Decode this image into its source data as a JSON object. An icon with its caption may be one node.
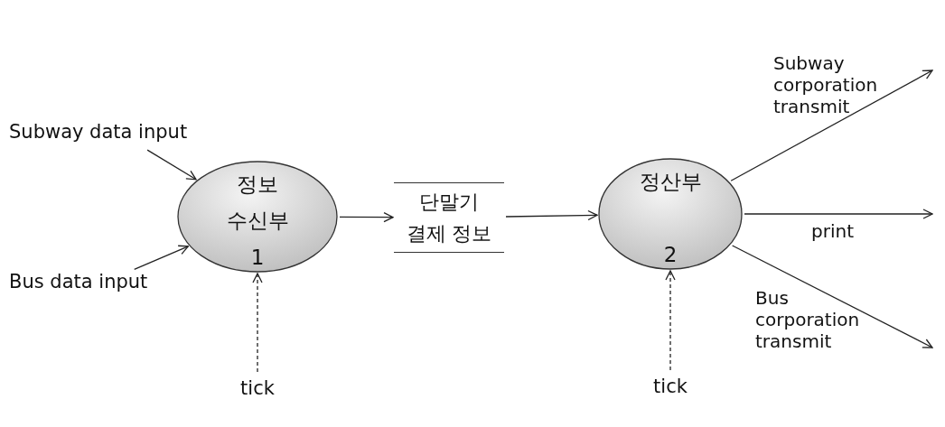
{
  "diagram": {
    "nodes": [
      {
        "text": [
          "Subway data input"
        ]
      },
      {
        "text": [
          "Bus data input"
        ]
      },
      {
        "text": [
          "정보 수신부",
          "1"
        ]
      },
      {
        "text": [
          "단말기 결제 정보"
        ]
      },
      {
        "text": [
          "정산부",
          "2"
        ]
      },
      {
        "text": [
          "tick"
        ]
      },
      {
        "text": [
          "tick"
        ]
      }
    ],
    "edges": [
      {
        "from": 0,
        "to": 2,
        "arrow": "to"
      },
      {
        "from": 1,
        "to": 2,
        "arrow": "to"
      },
      {
        "from": 5,
        "to": 2,
        "arrow": "to",
        "style": "dashed"
      },
      {
        "from": 2,
        "to": 3,
        "arrow": "to"
      },
      {
        "from": 3,
        "to": 4,
        "arrow": "to"
      },
      {
        "from": 6,
        "to": 4,
        "arrow": "to",
        "style": "dashed"
      },
      {
        "from": 4,
        "to": null,
        "arrow": "to",
        "label": "Subway corporation transmit"
      },
      {
        "from": 4,
        "to": null,
        "arrow": "to",
        "label": "print"
      },
      {
        "from": 4,
        "to": null,
        "arrow": "to",
        "label": "Bus corporation transmit"
      }
    ]
  }
}
